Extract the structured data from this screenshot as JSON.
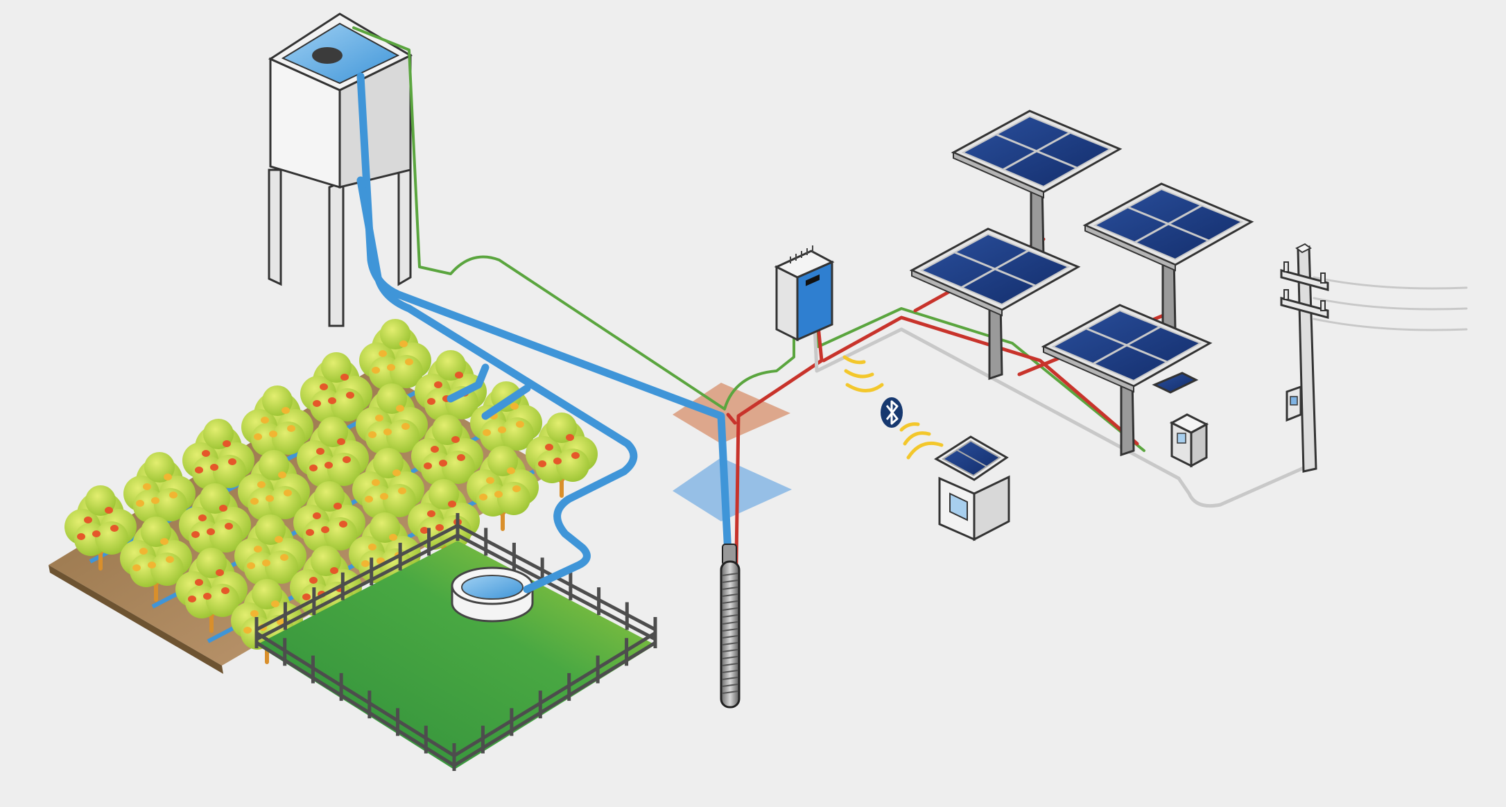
{
  "diagram": {
    "components": [
      {
        "id": "water-tower",
        "icon": "water-tower-icon"
      },
      {
        "id": "orchard",
        "icon": "orchard-icon"
      },
      {
        "id": "pasture",
        "icon": "fenced-pasture-icon"
      },
      {
        "id": "water-trough",
        "icon": "water-trough-icon"
      },
      {
        "id": "pump-controller",
        "icon": "controller-icon"
      },
      {
        "id": "submersible-pump",
        "icon": "submersible-pump-icon"
      },
      {
        "id": "solar-array",
        "icon": "solar-panel-icon",
        "count": 4
      },
      {
        "id": "power-pole",
        "icon": "utility-pole-icon"
      },
      {
        "id": "grid-switch-box",
        "icon": "switch-box-icon"
      },
      {
        "id": "solar-kiosk",
        "icon": "solar-kiosk-icon"
      },
      {
        "id": "bluetooth-link",
        "icon": "bluetooth-icon"
      }
    ],
    "colors": {
      "background": "#eeeeee",
      "water_pipe": "#3f95d8",
      "dc_cable": "#c8332b",
      "signal_cable": "#5aa53e",
      "grid_cable": "#c8c8c8",
      "solar_cell": "#1d3e86",
      "grass": "#46a640",
      "tree_foliage": "#b9d33a",
      "fruit": "#e5572a",
      "bluetooth": "#16386f",
      "wireless_waves": "#f3c72b",
      "junction_ground": "#d99a7a",
      "junction_water": "#7fb3e3"
    }
  }
}
